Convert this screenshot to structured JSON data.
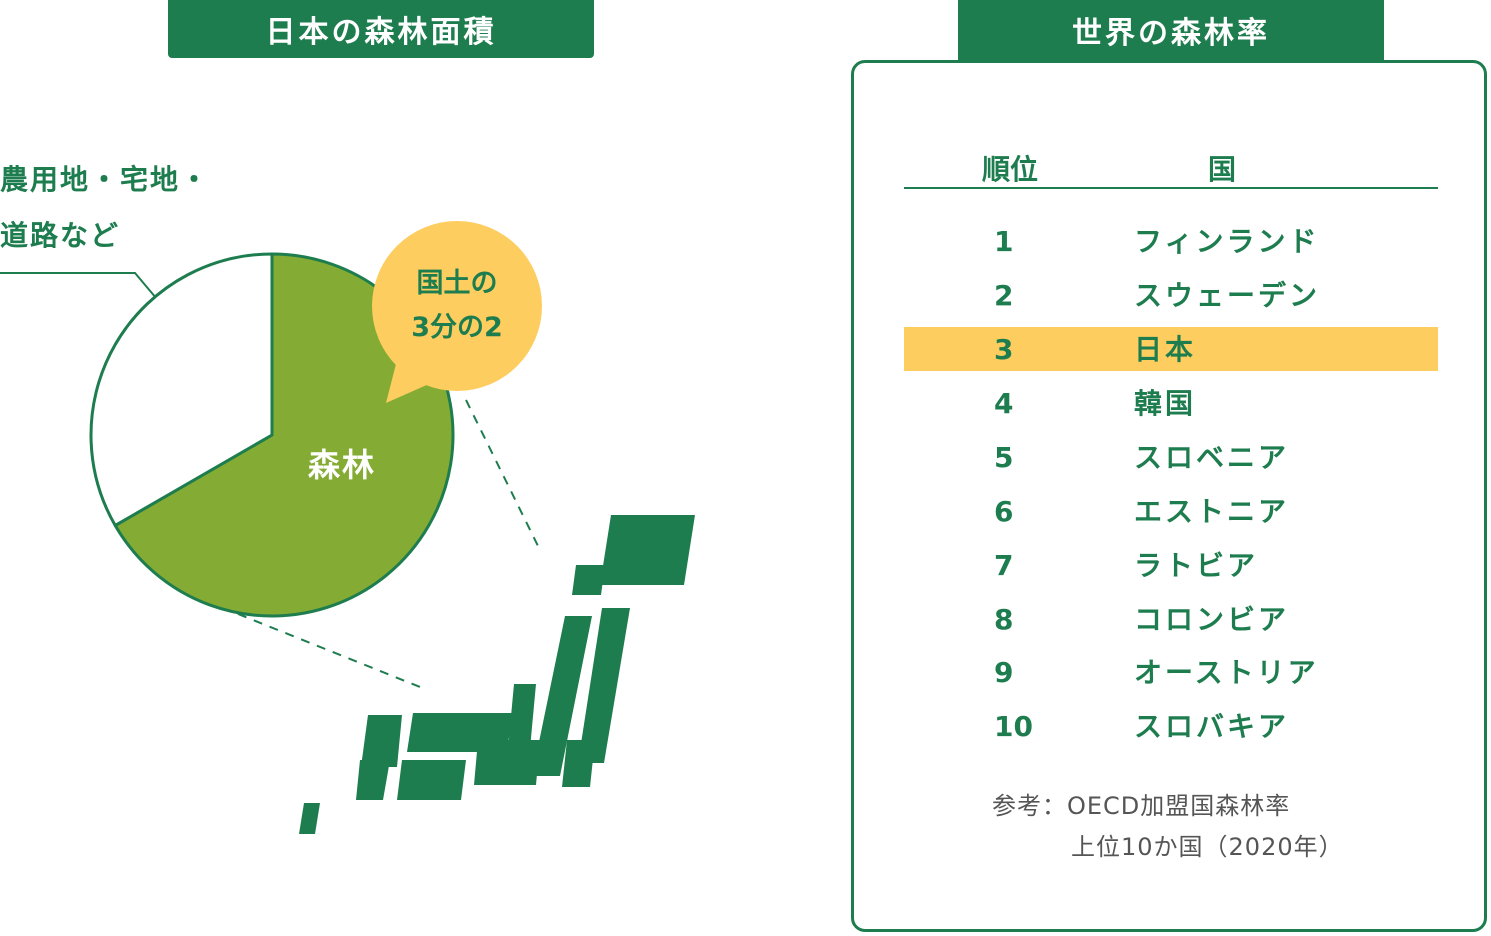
{
  "left_panel": {
    "title": "日本の森林面積",
    "other_label_line1": "農用地・宅地・",
    "other_label_line2": "道路など",
    "bubble_line1": "国土の",
    "bubble_line2": "3分の2",
    "forest_label": "森林"
  },
  "chart_data": {
    "type": "pie",
    "title": "日本の森林面積",
    "slices": [
      {
        "label": "森林",
        "value": 66.67,
        "color": "#84ab33"
      },
      {
        "label": "農用地・宅地・道路など",
        "value": 33.33,
        "color": "#ffffff"
      }
    ]
  },
  "right_panel": {
    "title": "世界の森林率",
    "col_rank": "順位",
    "col_country": "国",
    "rows": [
      {
        "rank": "1",
        "country": "フィンランド"
      },
      {
        "rank": "2",
        "country": "スウェーデン"
      },
      {
        "rank": "3",
        "country": "日本"
      },
      {
        "rank": "4",
        "country": "韓国"
      },
      {
        "rank": "5",
        "country": "スロベニア"
      },
      {
        "rank": "6",
        "country": "エストニア"
      },
      {
        "rank": "7",
        "country": "ラトビア"
      },
      {
        "rank": "8",
        "country": "コロンビア"
      },
      {
        "rank": "9",
        "country": "オーストリア"
      },
      {
        "rank": "10",
        "country": "スロバキア"
      }
    ],
    "highlight_rank": "3",
    "note_line1": "参考：OECD加盟国森林率",
    "note_line2": "上位10か国（2020年）"
  },
  "colors": {
    "primary_green": "#1e7d4f",
    "forest_green": "#84ab33",
    "highlight_yellow": "#fecd5f",
    "bubble_yellow": "#fecd5f"
  }
}
